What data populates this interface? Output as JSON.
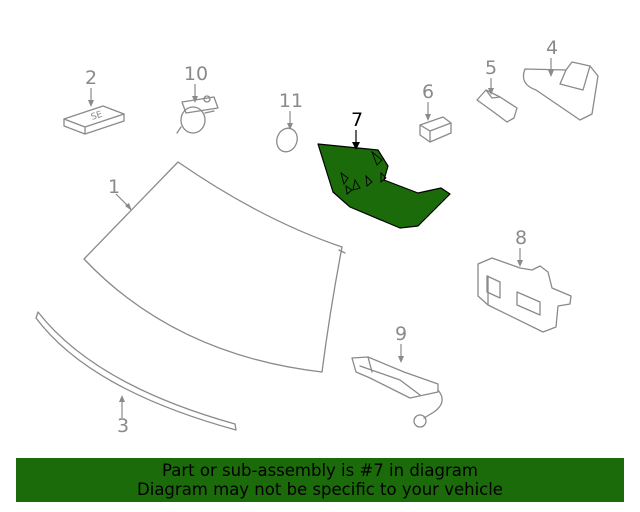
{
  "diagram": {
    "callouts": [
      {
        "id": "1",
        "label": "1"
      },
      {
        "id": "2",
        "label": "2"
      },
      {
        "id": "3",
        "label": "3"
      },
      {
        "id": "4",
        "label": "4"
      },
      {
        "id": "5",
        "label": "5"
      },
      {
        "id": "6",
        "label": "6"
      },
      {
        "id": "7",
        "label": "7"
      },
      {
        "id": "8",
        "label": "8"
      },
      {
        "id": "9",
        "label": "9"
      },
      {
        "id": "10",
        "label": "10"
      },
      {
        "id": "11",
        "label": "11"
      }
    ],
    "highlighted_part": "7",
    "colors": {
      "highlight": "#1c6b0a",
      "line": "#8a8a8a",
      "banner": "#1c6b0a"
    }
  },
  "banner": {
    "line1": "Part or sub-assembly is #7 in diagram",
    "line2": "Diagram may not be specific to your vehicle"
  }
}
